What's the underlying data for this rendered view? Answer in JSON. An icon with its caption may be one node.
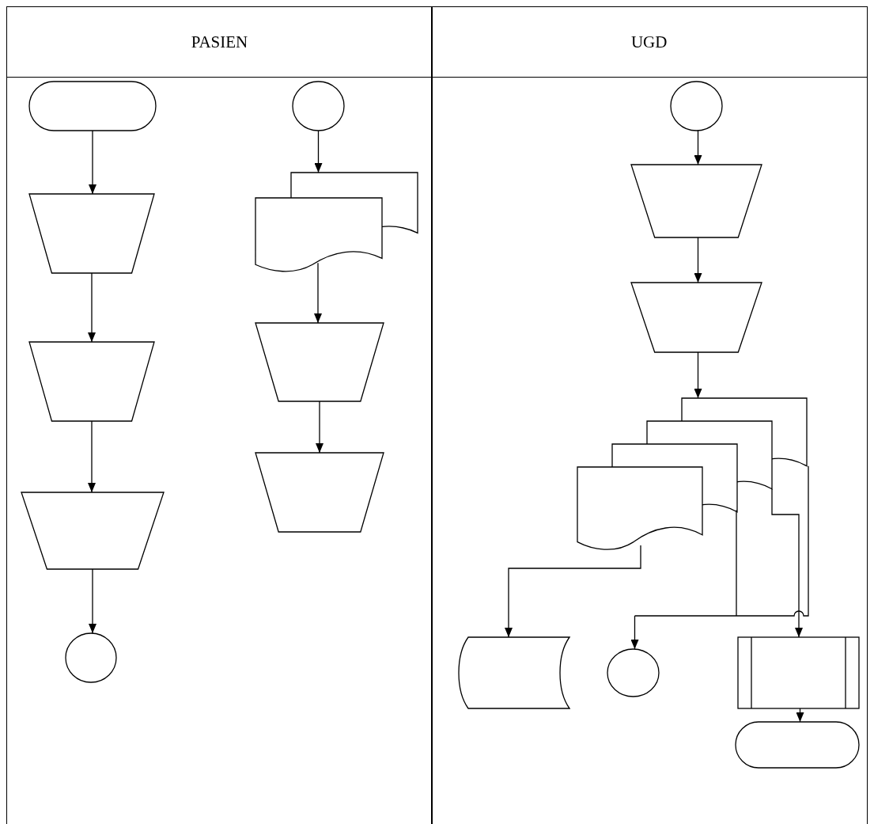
{
  "diagram": {
    "nodes": [
      {
        "text": [
          "PASIEN"
        ]
      },
      {
        "text": [
          "UGD"
        ]
      },
      {
        "text": [],
        "shape": "terminator",
        "in": 0
      },
      {
        "text": [],
        "shape": "trapezoid",
        "in": 0
      },
      {
        "text": [],
        "shape": "trapezoid",
        "in": 0
      },
      {
        "text": [],
        "shape": "trapezoid",
        "in": 0
      },
      {
        "text": [],
        "shape": "circle",
        "in": 0
      },
      {
        "text": [],
        "shape": "circle",
        "in": 0
      },
      {
        "text": [],
        "shape": "documents",
        "in": 0
      },
      {
        "text": [],
        "shape": "trapezoid",
        "in": 0
      },
      {
        "text": [],
        "shape": "trapezoid",
        "in": 0
      },
      {
        "text": [],
        "shape": "circle",
        "in": 1
      },
      {
        "text": [],
        "shape": "trapezoid",
        "in": 1
      },
      {
        "text": [],
        "shape": "trapezoid",
        "in": 1
      },
      {
        "text": [],
        "shape": "documents",
        "in": 1
      },
      {
        "text": [],
        "shape": "storage",
        "in": 1
      },
      {
        "text": [],
        "shape": "circle",
        "in": 1
      },
      {
        "text": [],
        "shape": "process",
        "in": 1
      },
      {
        "text": [],
        "shape": "terminator",
        "in": 1
      }
    ],
    "edges": [
      {
        "from": 2,
        "to": 3,
        "arrow": "to"
      },
      {
        "from": 3,
        "to": 4,
        "arrow": "to"
      },
      {
        "from": 4,
        "to": 5,
        "arrow": "to"
      },
      {
        "from": 5,
        "to": 6,
        "arrow": "to"
      },
      {
        "from": 7,
        "to": 8,
        "arrow": "to"
      },
      {
        "from": 8,
        "to": 9,
        "arrow": "to"
      },
      {
        "from": 9,
        "to": 10,
        "arrow": "to"
      },
      {
        "from": 11,
        "to": 12,
        "arrow": "to"
      },
      {
        "from": 12,
        "to": 13,
        "arrow": "to"
      },
      {
        "from": 13,
        "to": 14,
        "arrow": "to"
      },
      {
        "from": 14,
        "to": 15,
        "arrow": "to"
      },
      {
        "from": 14,
        "to": 16,
        "arrow": "to"
      },
      {
        "from": 14,
        "to": 17,
        "arrow": "to"
      },
      {
        "from": 17,
        "to": 18,
        "arrow": "to"
      }
    ]
  }
}
